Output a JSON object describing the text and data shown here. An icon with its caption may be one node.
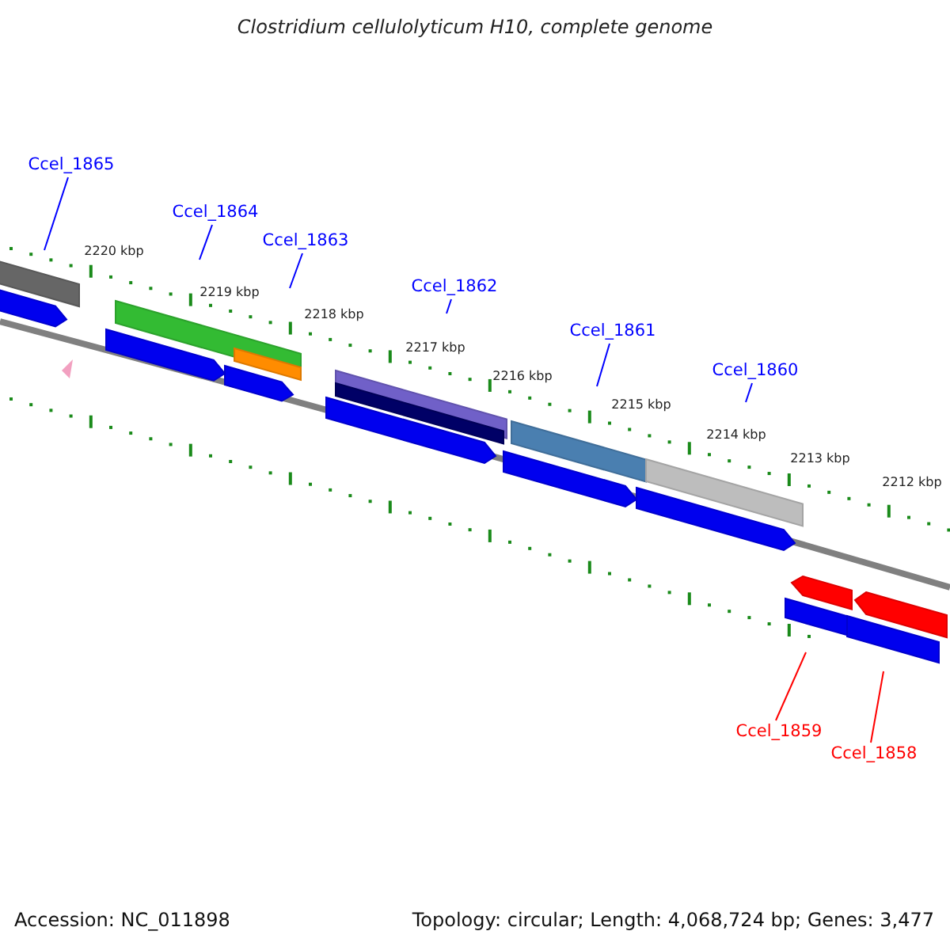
{
  "diagram": {
    "title": "Clostridium cellulolyticum H10, complete genome",
    "nodes": [
      {
        "text": [
          "Ccel_1865"
        ]
      },
      {
        "text": [
          "Ccel_1864"
        ]
      },
      {
        "text": [
          "Ccel_1863"
        ]
      },
      {
        "text": [
          "Ccel_1862"
        ]
      },
      {
        "text": [
          "Ccel_1861"
        ]
      },
      {
        "text": [
          "Ccel_1860"
        ]
      },
      {
        "text": [
          "Ccel_1859"
        ]
      },
      {
        "text": [
          "Ccel_1858"
        ]
      }
    ],
    "edges": [
      {
        "from": 0,
        "to": null,
        "arrow": "none"
      },
      {
        "from": 1,
        "to": null,
        "arrow": "none"
      },
      {
        "from": 2,
        "to": null,
        "arrow": "none"
      },
      {
        "from": 3,
        "to": null,
        "arrow": "none"
      },
      {
        "from": 4,
        "to": null,
        "arrow": "none"
      },
      {
        "from": 5,
        "to": null,
        "arrow": "none"
      },
      {
        "from": 6,
        "to": null,
        "arrow": "none",
        "color": "#ff0000"
      },
      {
        "from": 7,
        "to": null,
        "arrow": "none",
        "color": "#ff0000"
      }
    ],
    "labels": [
      "2220 kbp",
      "2219 kbp",
      "2218 kbp",
      "2217 kbp",
      "2216 kbp",
      "2215 kbp",
      "2214 kbp",
      "2213 kbp",
      "2212 kbp",
      "Accession: NC_011898",
      "Topology: circular; Length: 4,068,724 bp; Genes: 3,477"
    ]
  }
}
